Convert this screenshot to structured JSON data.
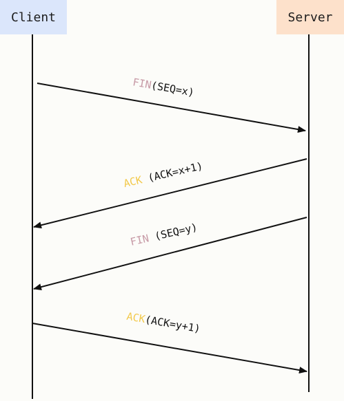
{
  "actors": {
    "client": "Client",
    "server": "Server"
  },
  "messages": [
    {
      "keyword": "FIN",
      "rest": "(SEQ=x)",
      "direction": "client-to-server",
      "keyword_color": "#c79aa6"
    },
    {
      "keyword": "ACK",
      "rest": " (ACK=x+1)",
      "direction": "server-to-client",
      "keyword_color": "#f2c94c"
    },
    {
      "keyword": "FIN",
      "rest": " (SEQ=y)",
      "direction": "server-to-client",
      "keyword_color": "#c79aa6"
    },
    {
      "keyword": "ACK",
      "rest": "(ACK=y+1)",
      "direction": "client-to-server",
      "keyword_color": "#f2c94c"
    }
  ],
  "colors": {
    "client_header_bg": "#dbe6fb",
    "server_header_bg": "#fde1cb",
    "line": "#111111",
    "background": "#fcfcf9"
  }
}
